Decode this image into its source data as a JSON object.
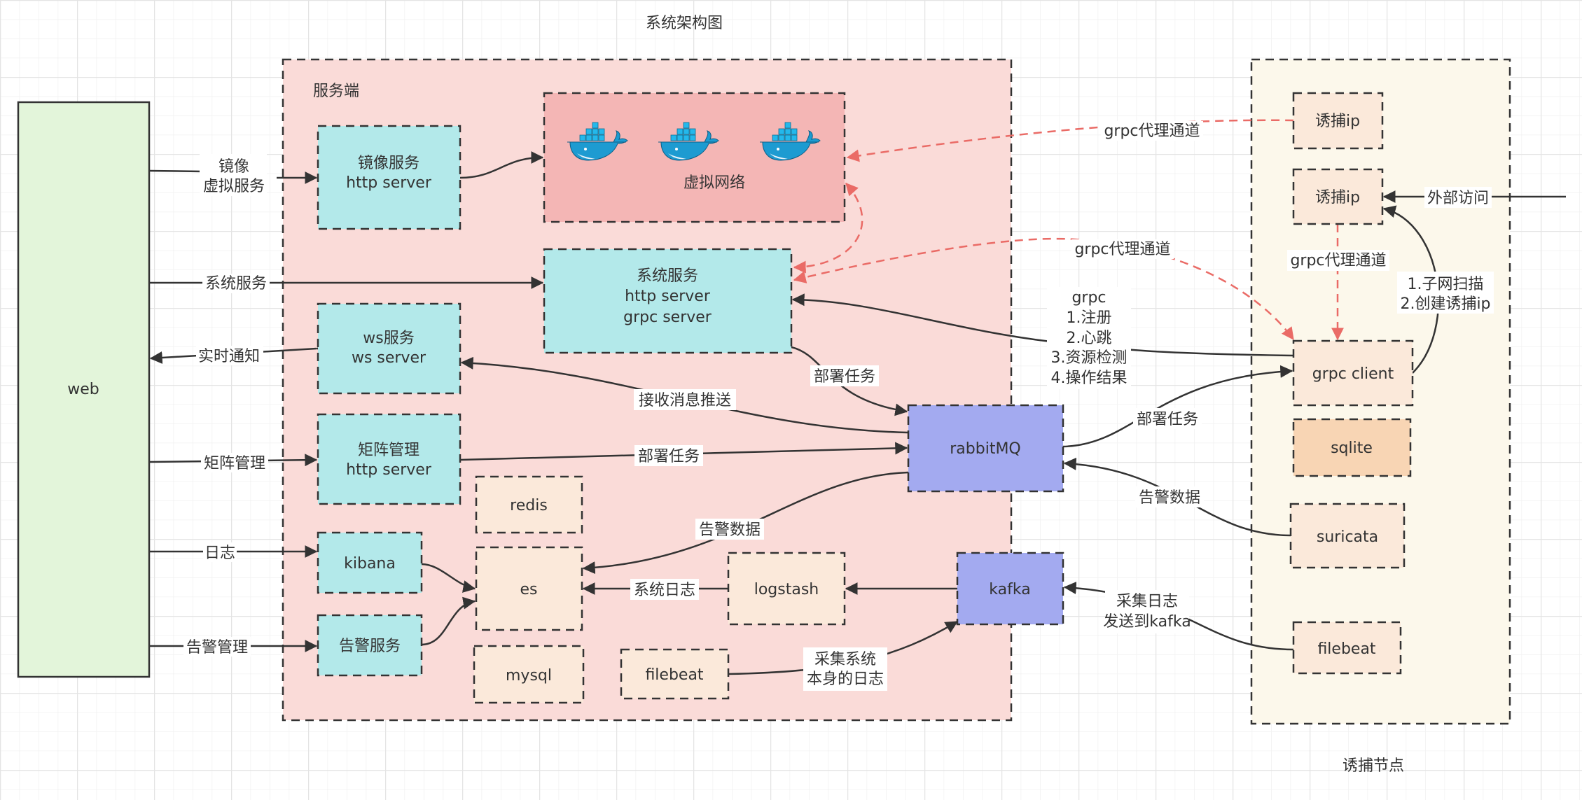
{
  "title": "系统架构图",
  "colors": {
    "grid_minor": "#f1f1f1",
    "grid_major": "#e4e4e4",
    "server_fill": "#fadbd8",
    "vnet_fill": "#f4b6b5",
    "service_fill": "#b3e9ea",
    "store_fill": "#fbe9da",
    "mq_fill": "#a3aaf0",
    "web_fill": "#e3f5da",
    "decoy_fill": "#fcf8eb",
    "sqlite_fill": "#f8d5b4",
    "stroke": "#333333",
    "proxy_stroke": "#ea6b66",
    "docker_blue": "#1d9bd1"
  },
  "containers": {
    "server": {
      "label": "服务端"
    },
    "decoy_node": {
      "label": "诱捕节点"
    }
  },
  "nodes": {
    "web": {
      "lines": [
        "web"
      ]
    },
    "mirror_service": {
      "lines": [
        "镜像服务",
        "http server"
      ]
    },
    "virtual_network": {
      "lines": [
        "虚拟网络"
      ],
      "icons": [
        "docker-whale-icon",
        "docker-whale-icon",
        "docker-whale-icon"
      ]
    },
    "system_service": {
      "lines": [
        "系统服务",
        "http server",
        "grpc server"
      ]
    },
    "ws_service": {
      "lines": [
        "ws服务",
        "ws server"
      ]
    },
    "matrix_management": {
      "lines": [
        "矩阵管理",
        "http server"
      ]
    },
    "redis": {
      "lines": [
        "redis"
      ]
    },
    "kibana": {
      "lines": [
        "kibana"
      ]
    },
    "es": {
      "lines": [
        "es"
      ]
    },
    "alert_service": {
      "lines": [
        "告警服务"
      ]
    },
    "mysql": {
      "lines": [
        "mysql"
      ]
    },
    "filebeat_server": {
      "lines": [
        "filebeat"
      ]
    },
    "logstash": {
      "lines": [
        "logstash"
      ]
    },
    "rabbitmq": {
      "lines": [
        "rabbitMQ"
      ]
    },
    "kafka": {
      "lines": [
        "kafka"
      ]
    },
    "decoy_ip_1": {
      "lines": [
        "诱捕ip"
      ]
    },
    "decoy_ip_2": {
      "lines": [
        "诱捕ip"
      ]
    },
    "grpc_client": {
      "lines": [
        "grpc client"
      ]
    },
    "sqlite": {
      "lines": [
        "sqlite"
      ]
    },
    "suricata": {
      "lines": [
        "suricata"
      ]
    },
    "filebeat_decoy": {
      "lines": [
        "filebeat"
      ]
    }
  },
  "edges": {
    "web_to_mirror": [
      "镜像",
      "虚拟服务"
    ],
    "web_to_system": [
      "系统服务"
    ],
    "web_ws_notify": [
      "实时通知"
    ],
    "web_to_matrix": [
      "矩阵管理"
    ],
    "web_to_kibana": [
      "日志"
    ],
    "web_to_alert": [
      "告警管理"
    ],
    "proxy_top": [
      "grpc代理通道"
    ],
    "proxy_mid": [
      "grpc代理通道"
    ],
    "proxy_decoy": [
      "grpc代理通道"
    ],
    "external_access": [
      "外部访问"
    ],
    "subnet_scan": [
      "1.子网扫描",
      "2.创建诱捕ip"
    ],
    "grpc_client_to_system": [
      "grpc",
      "1.注册",
      "2.心跳",
      "3.资源检测",
      "4.操作结果"
    ],
    "system_to_rabbit": [
      "部署任务"
    ],
    "rabbit_to_ws": [
      "接收消息推送"
    ],
    "matrix_to_rabbit": [
      "部署任务"
    ],
    "rabbit_to_grpc_client": [
      "部署任务"
    ],
    "suricata_to_rabbit": [
      "告警数据"
    ],
    "rabbit_to_es": [
      "告警数据"
    ],
    "logstash_to_es": [
      "系统日志"
    ],
    "filebeat_to_kafka": [
      "采集系统",
      "本身的日志"
    ],
    "decoy_filebeat_to_kafka": [
      "采集日志",
      "发送到kafka"
    ]
  }
}
